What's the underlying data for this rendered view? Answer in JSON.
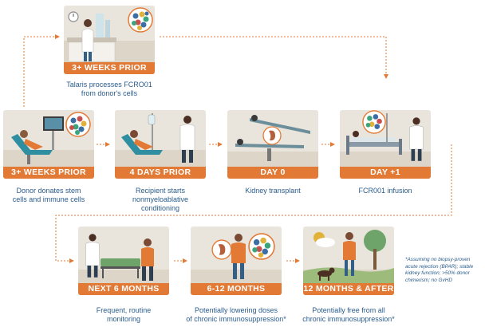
{
  "steps": [
    {
      "banner": "3+ WEEKS PRIOR",
      "caption_lines": [
        "Talaris processes FCRO01",
        "from donor's cells"
      ]
    },
    {
      "banner": "3+ WEEKS PRIOR",
      "caption_lines": [
        "Donor donates stem",
        "cells and immune cells"
      ]
    },
    {
      "banner": "4 DAYS PRIOR",
      "caption_lines": [
        "Recipient starts",
        "nonmyeloablative",
        "conditioning"
      ]
    },
    {
      "banner": "DAY 0",
      "caption_lines": [
        "Kidney transplant"
      ]
    },
    {
      "banner": "DAY +1",
      "caption_lines": [
        "FCR001 infusion"
      ]
    },
    {
      "banner": "NEXT 6 MONTHS",
      "caption_lines": [
        "Frequent, routine",
        "monitoring"
      ]
    },
    {
      "banner": "6-12 MONTHS",
      "caption_lines": [
        "Potentially lowering doses",
        "of chronic immunosuppression*"
      ]
    },
    {
      "banner": "12 MONTHS & AFTER",
      "caption_lines": [
        "Potentially free from all",
        "chronic immunosuppression*"
      ]
    }
  ],
  "footnote_lines": [
    "*Assuming no biopsy-proven",
    "acute rejection (BPAR); stable",
    "kidney function; >50% donor",
    "chimerism; no GvHD"
  ],
  "colors": {
    "accent": "#e27a36",
    "caption_text": "#2a5c8c",
    "panel_bg": "#e9e5dd",
    "arrow": "#e27a36"
  },
  "icons": [
    "lab-technician-icon",
    "cell-cluster-icon",
    "donation-chair-icon",
    "doctor-icon",
    "iv-pole-icon",
    "surgery-table-icon",
    "kidney-icon",
    "hospital-bed-icon",
    "waiting-room-icon",
    "patient-icon",
    "person-icon",
    "sun-cloud-icon",
    "tree-icon",
    "dog-icon"
  ]
}
